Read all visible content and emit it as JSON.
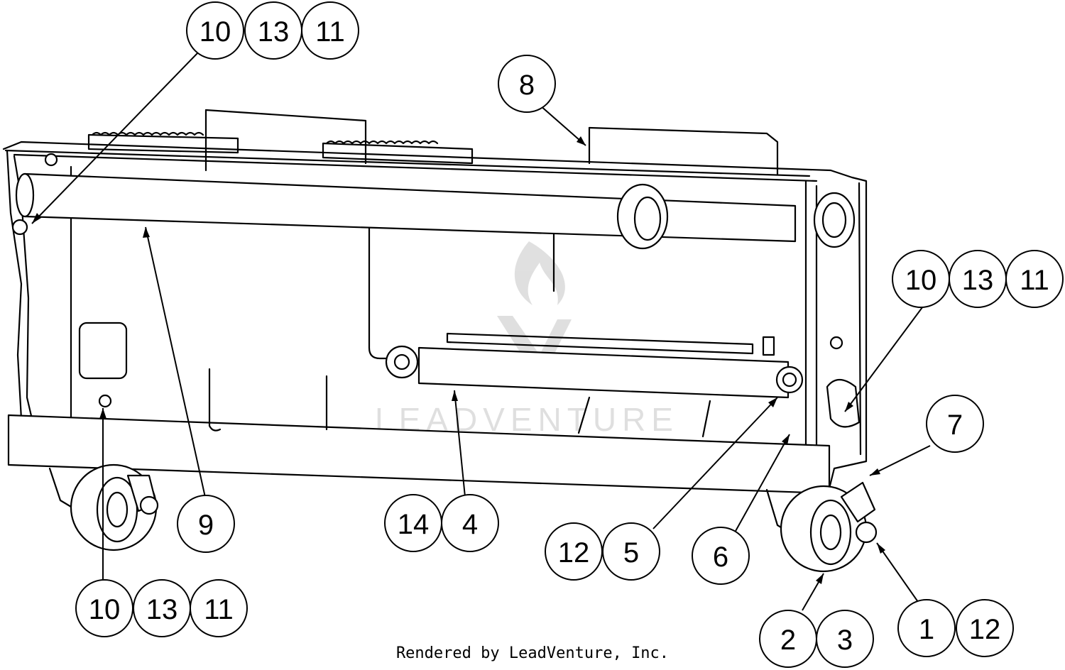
{
  "watermark": {
    "text": "LEADVENTURE"
  },
  "footer": {
    "credit": "Rendered by LeadVenture, Inc."
  },
  "callouts": {
    "top_left": [
      "10",
      "13",
      "11"
    ],
    "top_center": "8",
    "right_mid": [
      "10",
      "13",
      "11"
    ],
    "right_lower": "7",
    "bottom_left_mid": "9",
    "center_bottom": [
      "14",
      "4"
    ],
    "center_right": [
      "12",
      "5"
    ],
    "right_center": "6",
    "bottom_left": [
      "10",
      "13",
      "11"
    ],
    "bottom_right_a": [
      "2",
      "3"
    ],
    "bottom_right_b": [
      "1",
      "12"
    ]
  }
}
